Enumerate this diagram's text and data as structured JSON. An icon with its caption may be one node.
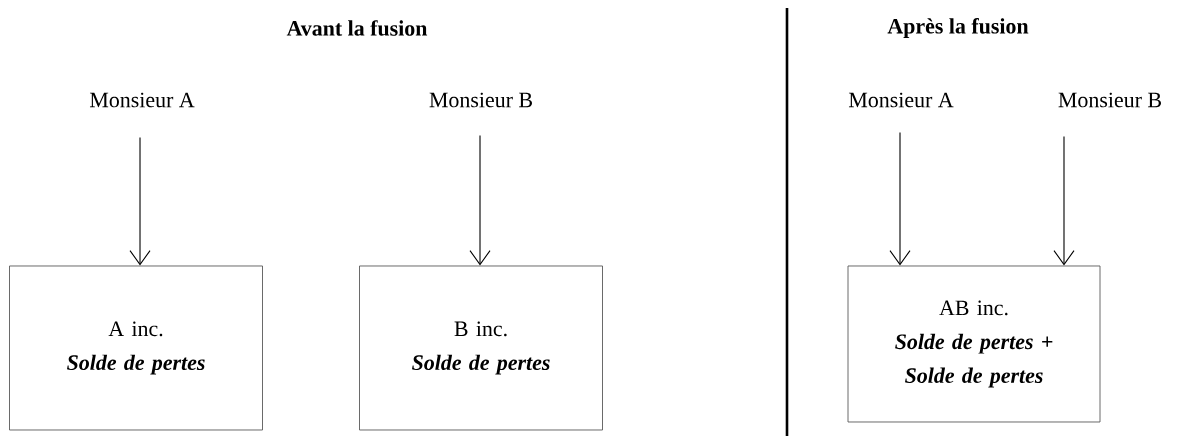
{
  "diagram": {
    "nodes": [
      {
        "text": [
          "Monsieur A"
        ]
      },
      {
        "text": [
          "Monsieur B"
        ]
      },
      {
        "text": [
          "A inc.",
          "Solde de pertes"
        ]
      },
      {
        "text": [
          "B inc.",
          "Solde de pertes"
        ]
      },
      {
        "text": [
          "Monsieur A"
        ]
      },
      {
        "text": [
          "Monsieur B"
        ]
      },
      {
        "text": [
          "AB inc.",
          "Solde de pertes + Solde de pertes"
        ]
      }
    ],
    "edges": [
      {
        "from": 0,
        "to": 2,
        "arrow": "to"
      },
      {
        "from": 1,
        "to": 3,
        "arrow": "to"
      },
      {
        "from": 4,
        "to": 6,
        "arrow": "to"
      },
      {
        "from": 5,
        "to": 6,
        "arrow": "to"
      }
    ],
    "labels": [
      "Avant la fusion",
      "Après la fusion"
    ]
  }
}
